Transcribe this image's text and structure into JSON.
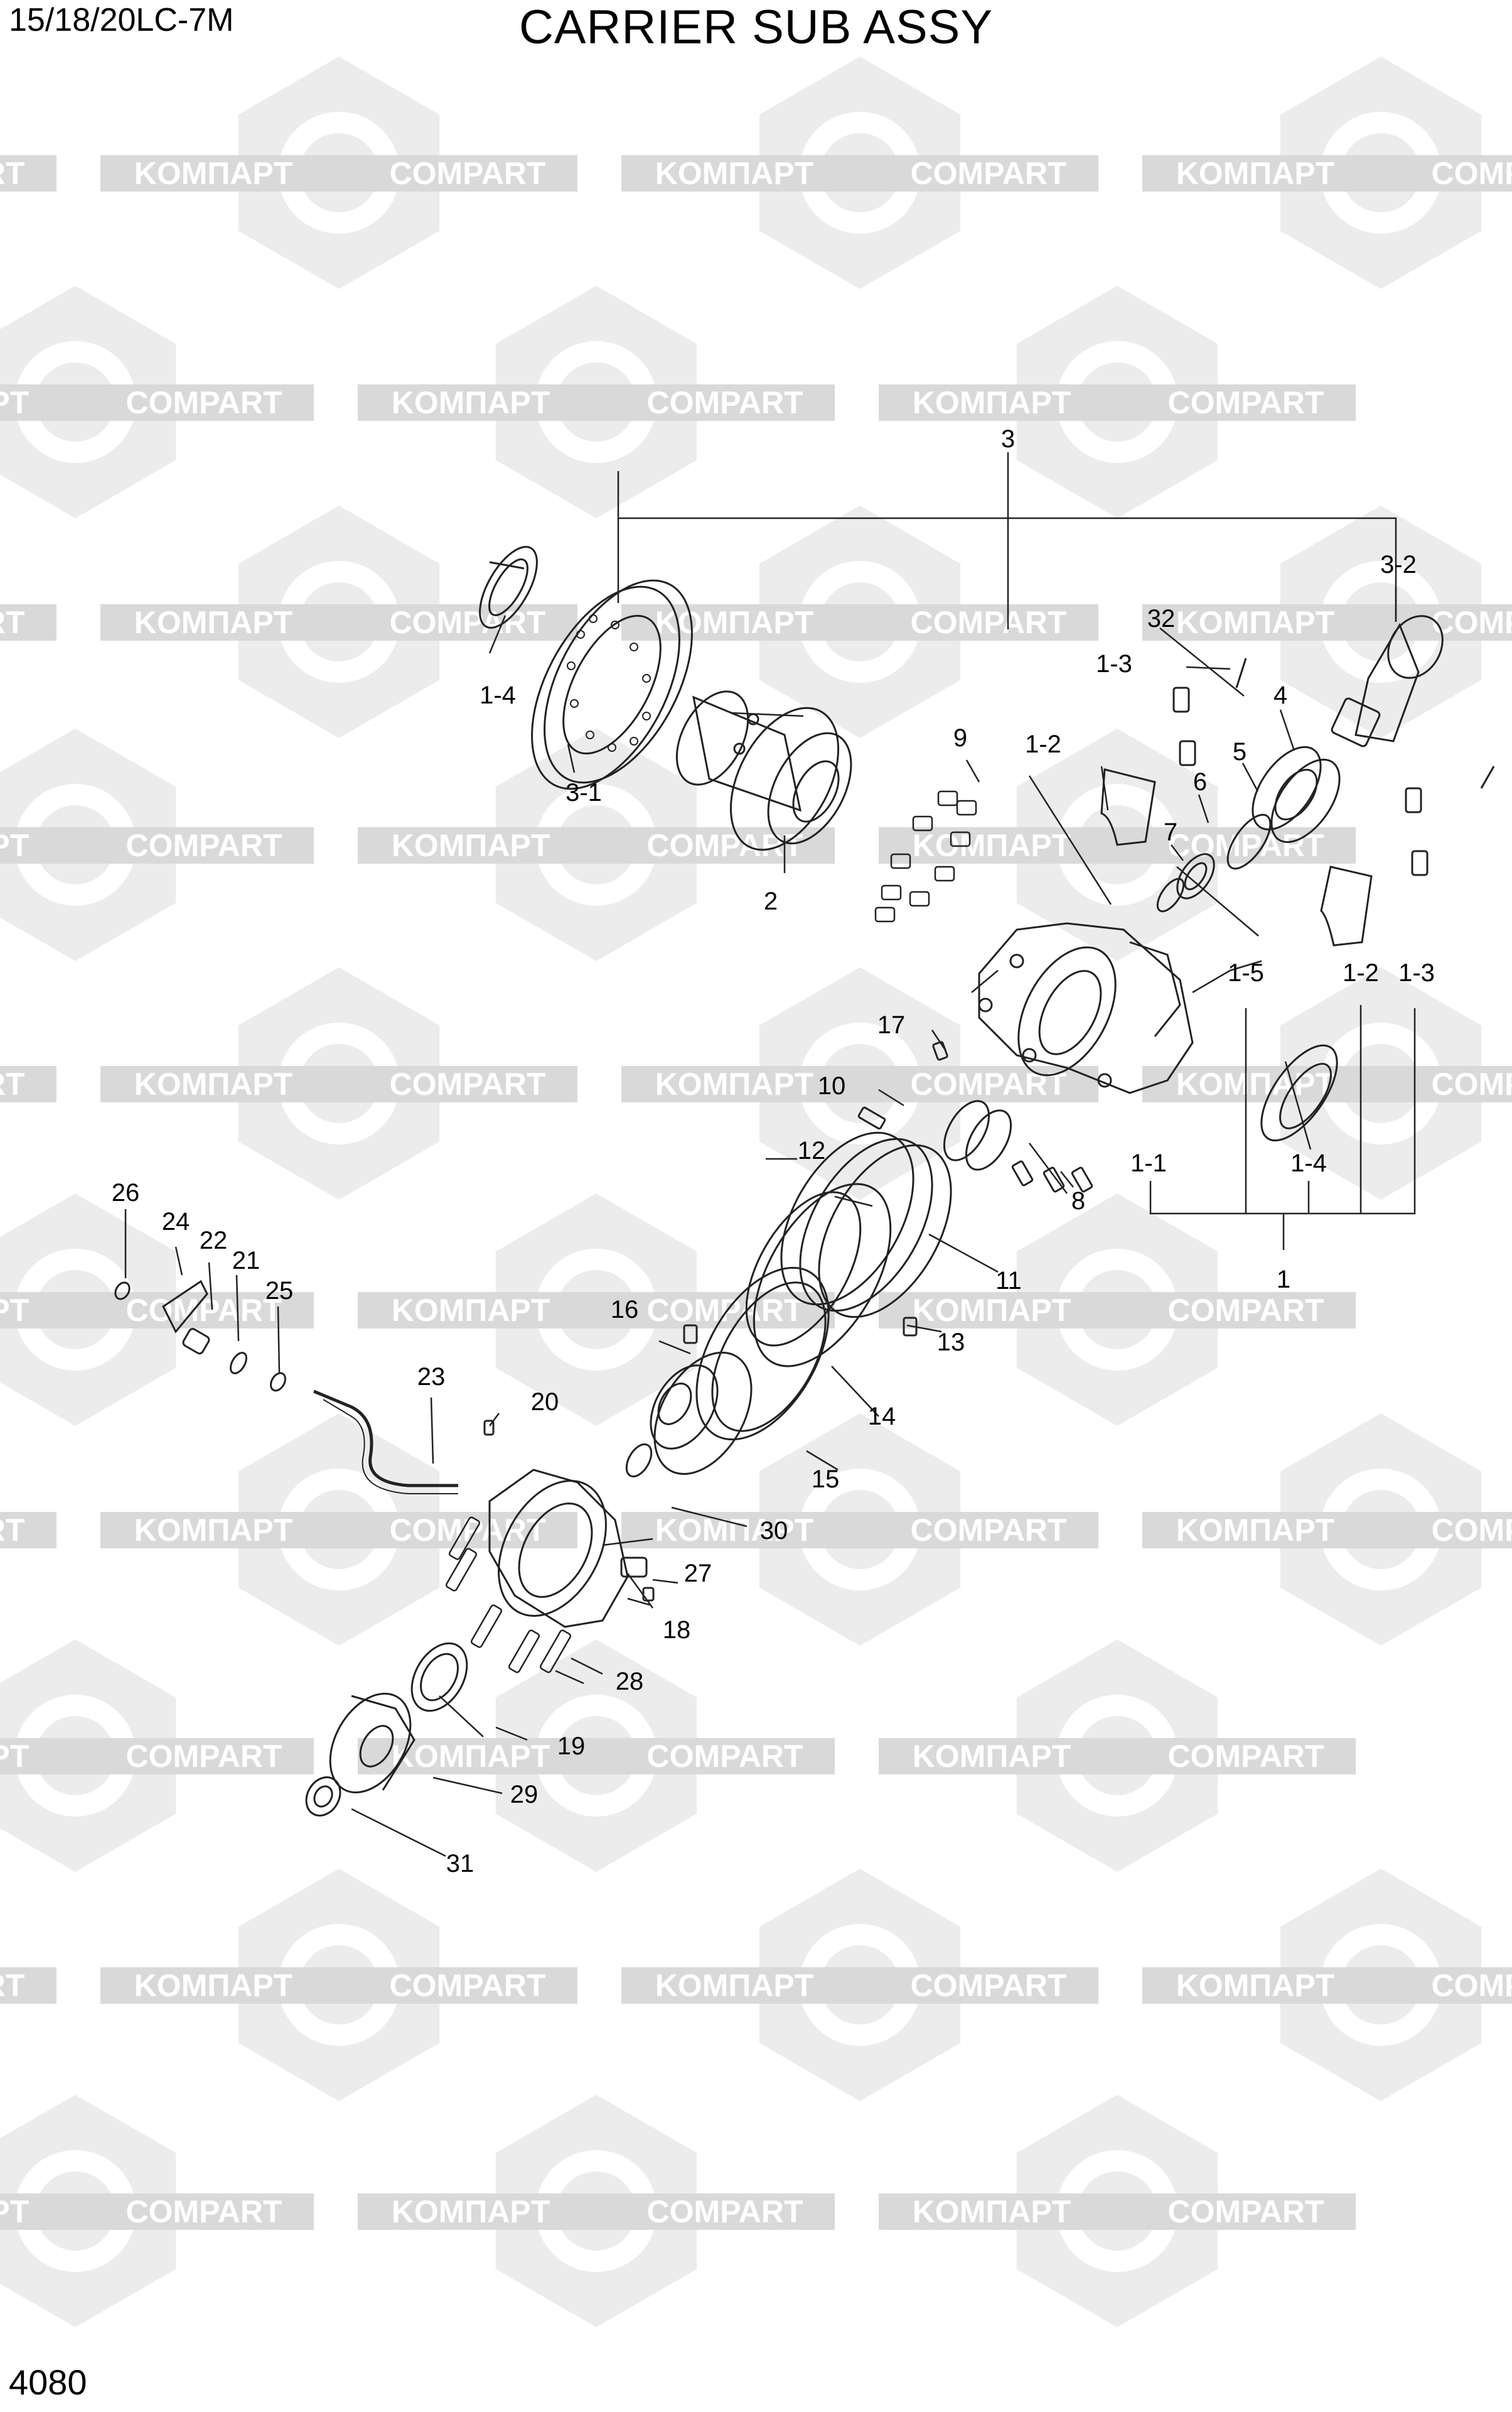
{
  "header": {
    "model": "15/18/20LC-7M",
    "title": "CARRIER SUB ASSY"
  },
  "footer": {
    "page_number": "4080"
  },
  "watermark": {
    "text_a": "KOMПAPT",
    "text_b": "COMPART",
    "color": "#d9d9d9"
  },
  "colors": {
    "line": "#222222",
    "label": "#000000",
    "background": "#ffffff"
  },
  "callouts": [
    {
      "id": "c3",
      "text": "3"
    },
    {
      "id": "c3-2",
      "text": "3-2"
    },
    {
      "id": "c32",
      "text": "32"
    },
    {
      "id": "c1-3a",
      "text": "1-3"
    },
    {
      "id": "c1-4a",
      "text": "1-4"
    },
    {
      "id": "c3-1",
      "text": "3-1"
    },
    {
      "id": "c9",
      "text": "9"
    },
    {
      "id": "c1-2a",
      "text": "1-2"
    },
    {
      "id": "c4",
      "text": "4"
    },
    {
      "id": "c5",
      "text": "5"
    },
    {
      "id": "c6",
      "text": "6"
    },
    {
      "id": "c7",
      "text": "7"
    },
    {
      "id": "c2",
      "text": "2"
    },
    {
      "id": "c1-5",
      "text": "1-5"
    },
    {
      "id": "c1-2b",
      "text": "1-2"
    },
    {
      "id": "c1-3b",
      "text": "1-3"
    },
    {
      "id": "c17",
      "text": "17"
    },
    {
      "id": "c10",
      "text": "10"
    },
    {
      "id": "c12",
      "text": "12"
    },
    {
      "id": "c1-1",
      "text": "1-1"
    },
    {
      "id": "c1-4b",
      "text": "1-4"
    },
    {
      "id": "c8",
      "text": "8"
    },
    {
      "id": "c26",
      "text": "26"
    },
    {
      "id": "c24",
      "text": "24"
    },
    {
      "id": "c22",
      "text": "22"
    },
    {
      "id": "c21",
      "text": "21"
    },
    {
      "id": "c25",
      "text": "25"
    },
    {
      "id": "c1",
      "text": "1"
    },
    {
      "id": "c11",
      "text": "11"
    },
    {
      "id": "c16",
      "text": "16"
    },
    {
      "id": "c13",
      "text": "13"
    },
    {
      "id": "c23",
      "text": "23"
    },
    {
      "id": "c20",
      "text": "20"
    },
    {
      "id": "c14",
      "text": "14"
    },
    {
      "id": "c15",
      "text": "15"
    },
    {
      "id": "c30",
      "text": "30"
    },
    {
      "id": "c27",
      "text": "27"
    },
    {
      "id": "c18",
      "text": "18"
    },
    {
      "id": "c28",
      "text": "28"
    },
    {
      "id": "c19",
      "text": "19"
    },
    {
      "id": "c29",
      "text": "29"
    },
    {
      "id": "c31",
      "text": "31"
    }
  ]
}
